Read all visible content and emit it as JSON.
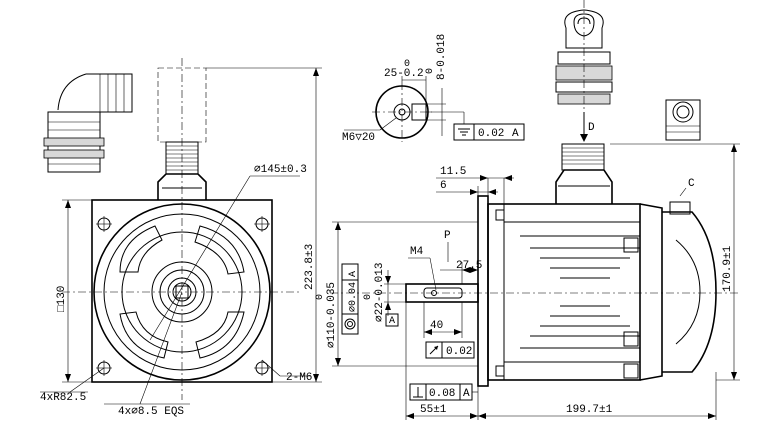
{
  "labels": {
    "dia145": "⌀145±0.3",
    "square130": "□130",
    "height223": "223.8±3",
    "r82": "4xR82.5",
    "holes": "4x⌀8.5  EQS",
    "m6": "2-M6",
    "keyw": "25-0.2",
    "keyw_tol": "0",
    "keyh": "8-0.018",
    "keyh_tol": "0",
    "m6x20": "M6▽20",
    "flat_tol": "0.02",
    "flat_ref": "A",
    "p_label": "P",
    "d_label": "D",
    "c_label": "C",
    "m4": "M4",
    "d11_5": "11.5",
    "d6": "6",
    "d27_5": "27.5",
    "d40": "40",
    "d55": "55±1",
    "d199": "199.7±1",
    "d170": "170.9±1",
    "shaft22": "⌀22-0.013",
    "shaft22_tol": "0",
    "spigot110": "⌀110-0.035",
    "spigot110_tol": "0",
    "conc_tol": "⌀0.04",
    "conc_ref": "A",
    "runout_tol": "0.02",
    "perp_tol": "0.08",
    "perp_ref": "A",
    "datum_a": "A"
  }
}
